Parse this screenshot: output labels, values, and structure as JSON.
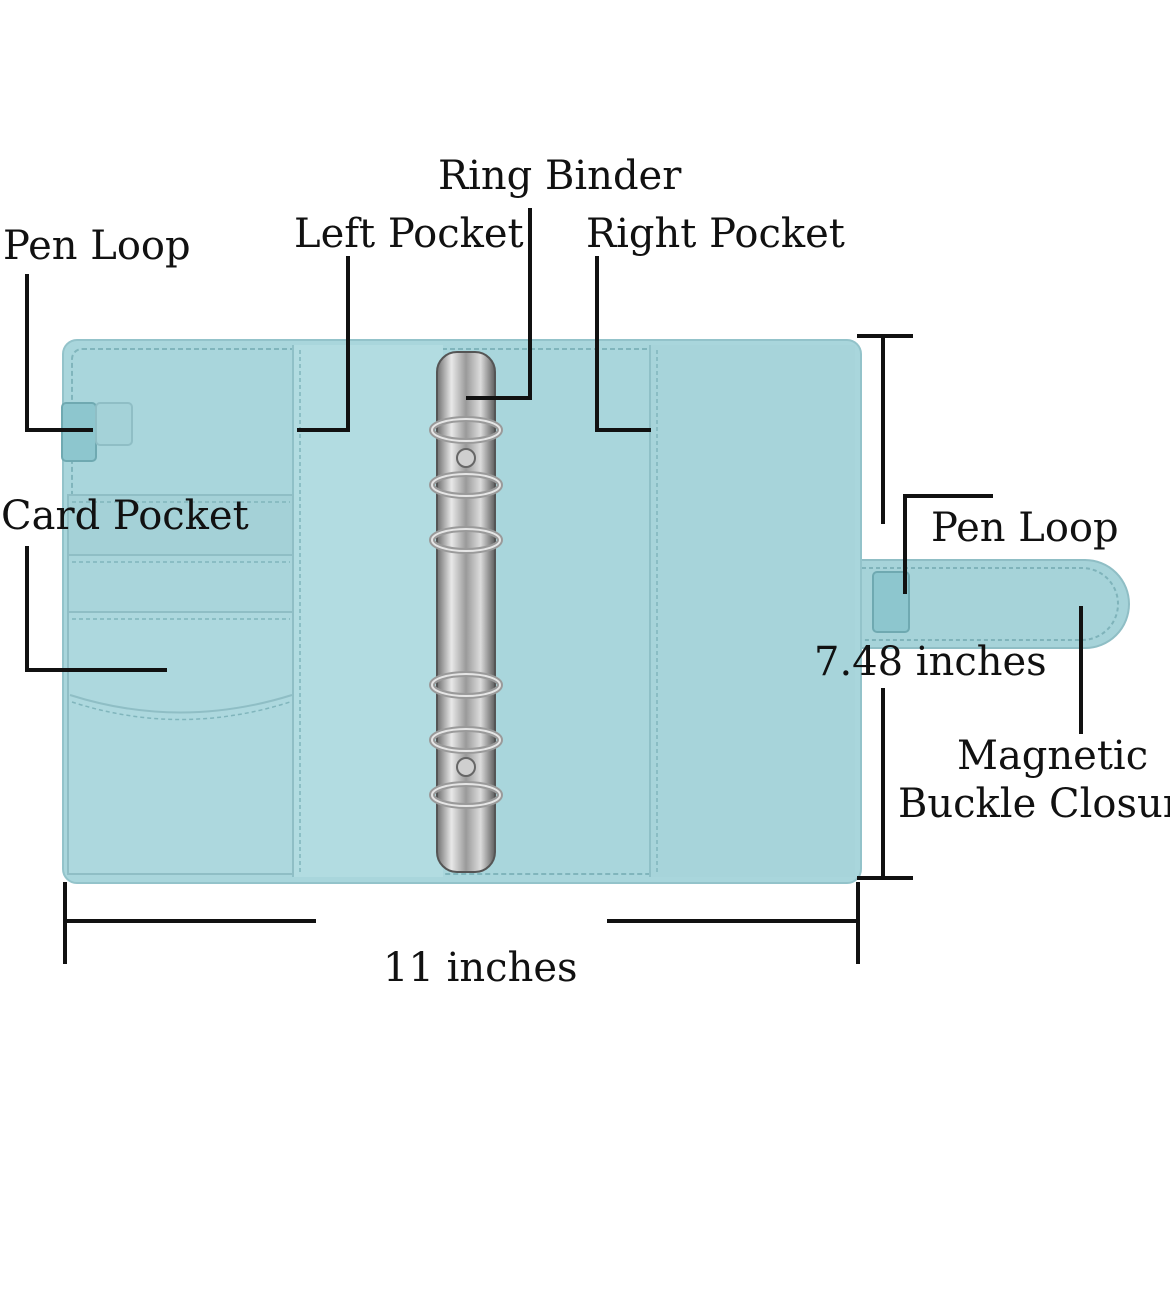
{
  "labels": {
    "pen_loop_left": "Pen Loop",
    "left_pocket": "Left Pocket",
    "ring_binder": "Ring Binder",
    "right_pocket": "Right Pocket",
    "card_pocket": "Card Pocket",
    "pen_loop_right": "Pen Loop",
    "height_dimension": "7.48 inches",
    "magnetic_line1": "Magnetic",
    "magnetic_line2": "Buckle Closure",
    "width_dimension": "11 inches"
  },
  "colors": {
    "background": "#ffffff",
    "cover": "#a9d6dc",
    "cover_dark": "#8fc4cb",
    "stitch": "#7fb3ba",
    "ring_metal": "#c9c9c9",
    "ring_dark": "#7a7a7a",
    "annotation": "#111111"
  }
}
